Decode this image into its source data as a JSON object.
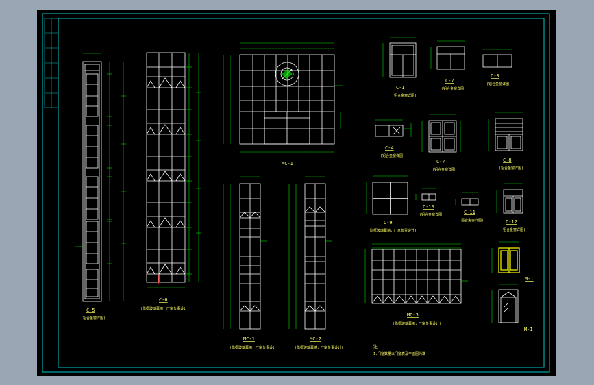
{
  "colors": {
    "app_bg": "#9aa6b3",
    "canvas_bg": "#000000",
    "frame": "#00c8c8",
    "line": "#ffffff",
    "dim": "#00dd00",
    "label": "#ffff66",
    "highlight": "#ffff00",
    "red_mark": "#ff3333"
  },
  "labels": {
    "c5": "C-5",
    "c5_note": "(铝合金窗详图)",
    "c6": "C-6",
    "c6_note": "(隐框玻璃幕墙，厂家负责设计)",
    "mc1": "MC-1",
    "mc1a": "MC-1",
    "mc1a_note": "(隐框玻璃幕墙，厂家负责设计)",
    "mc2": "MC-2",
    "mc2_note": "(隐框玻璃幕墙，厂家负责设计)",
    "c1": "C-1",
    "c1_note": "(铝合金窗详图)",
    "c7": "C-7",
    "c7_note": "(铝合金窗详图)",
    "c3": "C-3",
    "c3_note": "(铝合金窗详图)",
    "c4": "C-4",
    "c4_note": "(铝合金窗详图)",
    "c7b": "C-7",
    "c7b_note": "(铝合金窗详图)",
    "c8": "C-8",
    "c8_note": "(铝合金窗详图)",
    "c9": "C-9",
    "c9_note": "(隐框玻璃幕墙，厂家负责设计)",
    "c10": "C-10",
    "c10_note": "(铝合金窗详图)",
    "c11": "C-11",
    "c11_note": "(铝合金窗详图)",
    "c12": "C-12",
    "c12_note": "(铝合金窗详图)",
    "mq3": "MQ-3",
    "mq3_note": "(隐框玻璃幕墙，厂家负责设计)",
    "m1": "M-1",
    "m1b": "M-1",
    "note_title": "注",
    "note_body": "1.门窗数量以门窗表及平面图为准"
  }
}
